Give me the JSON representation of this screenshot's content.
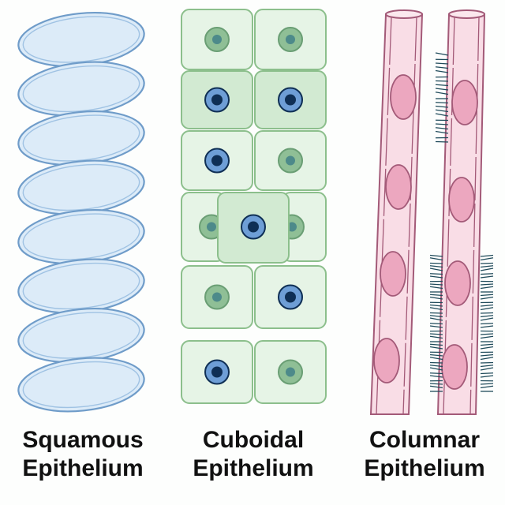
{
  "labels": {
    "squamous": [
      "Squamous",
      "Epithelium"
    ],
    "cuboidal": [
      "Cuboidal",
      "Epithelium"
    ],
    "columnar": [
      "Columnar",
      "Epithelium"
    ]
  },
  "colors": {
    "squamous_fill": "#dcebf8",
    "squamous_stroke": "#6f9cc9",
    "cuboidal_fill_light": "#e6f4e6",
    "cuboidal_fill_dark": "#d2ead2",
    "cuboidal_stroke": "#8cbf8c",
    "nucleus_green": "#8fbf96",
    "nucleus_green_core": "#4d8a8a",
    "nucleus_blue": "#6e9ed6",
    "nucleus_blue_core": "#0f2f55",
    "columnar_fill": "#f9dde6",
    "columnar_stroke": "#a35a78",
    "columnar_nucleus": "#eca7bf",
    "cilia": "#1f4a5a"
  },
  "cuboidal_rows": [
    [
      "green",
      "green"
    ],
    [
      "blue",
      "blue"
    ],
    [
      "blue",
      "green"
    ],
    [
      "green",
      "blue",
      "green"
    ],
    [
      "green",
      "blue"
    ],
    [
      "blue",
      "green"
    ]
  ]
}
